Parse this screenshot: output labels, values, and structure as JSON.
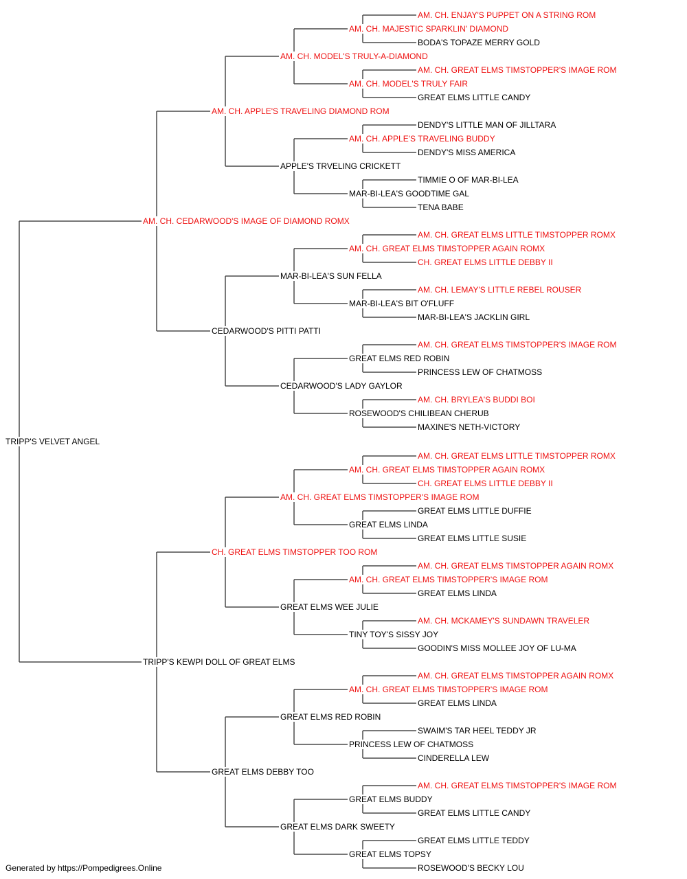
{
  "subject": {
    "name": "TRIPP'S VELVET ANGEL",
    "champion": false
  },
  "generation_1": [
    {
      "name": "AM. CH. CEDARWOOD'S IMAGE OF DIAMOND ROMX",
      "champion": true
    },
    {
      "name": "TRIPP'S KEWPI DOLL OF GREAT ELMS",
      "champion": false
    }
  ],
  "generation_2": [
    {
      "name": "AM. CH. APPLE'S TRAVELING DIAMOND ROM",
      "champion": true
    },
    {
      "name": "CEDARWOOD'S PITTI PATTI",
      "champion": false
    },
    {
      "name": "CH. GREAT ELMS TIMSTOPPER TOO ROM",
      "champion": true
    },
    {
      "name": "GREAT ELMS DEBBY TOO",
      "champion": false
    }
  ],
  "generation_3": [
    {
      "name": "AM. CH. MODEL'S TRULY-A-DIAMOND",
      "champion": true
    },
    {
      "name": "APPLE'S TRVELING CRICKETT",
      "champion": false
    },
    {
      "name": "MAR-BI-LEA'S SUN FELLA",
      "champion": false
    },
    {
      "name": "CEDARWOOD'S LADY GAYLOR",
      "champion": false
    },
    {
      "name": "AM. CH. GREAT ELMS TIMSTOPPER'S IMAGE ROM",
      "champion": true
    },
    {
      "name": "GREAT ELMS WEE JULIE",
      "champion": false
    },
    {
      "name": "GREAT ELMS RED ROBIN",
      "champion": false
    },
    {
      "name": "GREAT ELMS DARK SWEETY",
      "champion": false
    }
  ],
  "generation_4": [
    {
      "name": "AM. CH. MAJESTIC SPARKLIN' DIAMOND",
      "champion": true
    },
    {
      "name": "AM. CH. MODEL'S TRULY FAIR",
      "champion": true
    },
    {
      "name": "AM. CH. APPLE'S TRAVELING BUDDY",
      "champion": true
    },
    {
      "name": "MAR-BI-LEA'S GOODTIME GAL",
      "champion": false
    },
    {
      "name": "AM. CH. GREAT ELMS TIMSTOPPER AGAIN ROMX",
      "champion": true
    },
    {
      "name": "MAR-BI-LEA'S BIT O'FLUFF",
      "champion": false
    },
    {
      "name": "GREAT ELMS RED ROBIN",
      "champion": false
    },
    {
      "name": "ROSEWOOD'S CHILIBEAN CHERUB",
      "champion": false
    },
    {
      "name": "AM. CH. GREAT ELMS TIMSTOPPER AGAIN ROMX",
      "champion": true
    },
    {
      "name": "GREAT ELMS LINDA",
      "champion": false
    },
    {
      "name": "AM. CH. GREAT ELMS TIMSTOPPER'S IMAGE ROM",
      "champion": true
    },
    {
      "name": "TINY TOY'S SISSY JOY",
      "champion": false
    },
    {
      "name": "AM. CH. GREAT ELMS TIMSTOPPER'S IMAGE ROM",
      "champion": true
    },
    {
      "name": "PRINCESS LEW OF CHATMOSS",
      "champion": false
    },
    {
      "name": "GREAT ELMS BUDDY",
      "champion": false
    },
    {
      "name": "GREAT ELMS TOPSY",
      "champion": false
    }
  ],
  "generation_5": [
    {
      "name": "AM. CH. ENJAY'S PUPPET ON A STRING ROM",
      "champion": true
    },
    {
      "name": "BODA'S TOPAZE MERRY GOLD",
      "champion": false
    },
    {
      "name": "AM. CH. GREAT ELMS TIMSTOPPER'S IMAGE ROM",
      "champion": true
    },
    {
      "name": "GREAT ELMS LITTLE CANDY",
      "champion": false
    },
    {
      "name": "DENDY'S LITTLE MAN OF JILLTARA",
      "champion": false
    },
    {
      "name": "DENDY'S MISS AMERICA",
      "champion": false
    },
    {
      "name": "TIMMIE O OF MAR-BI-LEA",
      "champion": false
    },
    {
      "name": "TENA BABE",
      "champion": false
    },
    {
      "name": "AM. CH. GREAT ELMS LITTLE TIMSTOPPER ROMX",
      "champion": true
    },
    {
      "name": "CH. GREAT ELMS LITTLE DEBBY II",
      "champion": true
    },
    {
      "name": "AM. CH. LEMAY'S LITTLE REBEL ROUSER",
      "champion": true
    },
    {
      "name": "MAR-BI-LEA'S JACKLIN GIRL",
      "champion": false
    },
    {
      "name": "AM. CH. GREAT ELMS TIMSTOPPER'S IMAGE ROM",
      "champion": true
    },
    {
      "name": "PRINCESS LEW OF CHATMOSS",
      "champion": false
    },
    {
      "name": "AM. CH. BRYLEA'S BUDDI BOI",
      "champion": true
    },
    {
      "name": "MAXINE'S NETH-VICTORY",
      "champion": false
    },
    {
      "name": "AM. CH. GREAT ELMS LITTLE TIMSTOPPER ROMX",
      "champion": true
    },
    {
      "name": "CH. GREAT ELMS LITTLE DEBBY II",
      "champion": true
    },
    {
      "name": "GREAT ELMS LITTLE DUFFIE",
      "champion": false
    },
    {
      "name": "GREAT ELMS LITTLE SUSIE",
      "champion": false
    },
    {
      "name": "AM. CH. GREAT ELMS TIMSTOPPER AGAIN ROMX",
      "champion": true
    },
    {
      "name": "GREAT ELMS LINDA",
      "champion": false
    },
    {
      "name": "AM. CH. MCKAMEY'S SUNDAWN TRAVELER",
      "champion": true
    },
    {
      "name": "GOODIN'S MISS MOLLEE JOY OF LU-MA",
      "champion": false
    },
    {
      "name": "AM. CH. GREAT ELMS TIMSTOPPER AGAIN ROMX",
      "champion": true
    },
    {
      "name": "GREAT ELMS LINDA",
      "champion": false
    },
    {
      "name": "SWAIM'S TAR HEEL TEDDY JR",
      "champion": false
    },
    {
      "name": "CINDERELLA LEW",
      "champion": false
    },
    {
      "name": "AM. CH. GREAT ELMS TIMSTOPPER'S IMAGE ROM",
      "champion": true
    },
    {
      "name": "GREAT ELMS LITTLE CANDY",
      "champion": false
    },
    {
      "name": "GREAT ELMS LITTLE TEDDY",
      "champion": false
    },
    {
      "name": "ROSEWOOD'S BECKY LOU",
      "champion": false
    }
  ],
  "colors": {
    "champion_text": "#ee1111",
    "normal_text": "#000000",
    "connector": "#4a4a4a"
  },
  "footer": {
    "text": "Generated by https://Pompedigrees.Online"
  }
}
